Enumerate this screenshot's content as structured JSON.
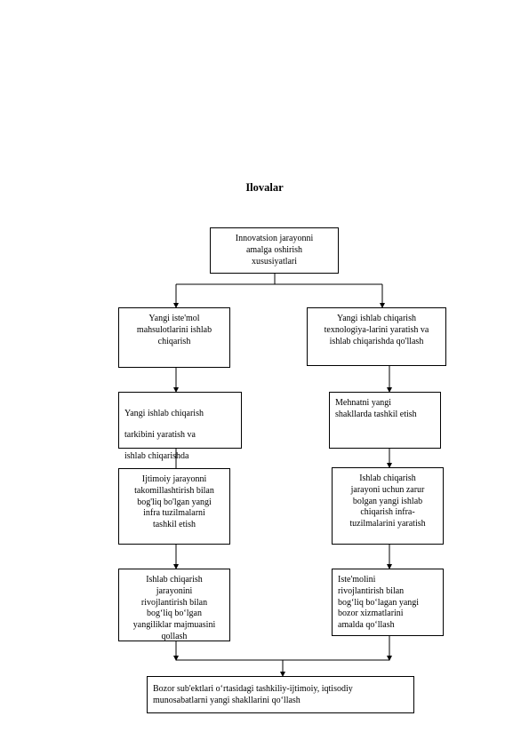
{
  "title": "Ilovalar",
  "boxes": {
    "root": [
      "Innovatsion jarayonni",
      "amalga oshirish",
      "xususiyatlari"
    ],
    "left1": [
      "Yangi iste'mol",
      "mahsulotlarini ishlab",
      "chiqarish"
    ],
    "right1": [
      "Yangi ishlab chiqarish",
      "texnologiya-larini yaratish va",
      "ishlab chiqarishda qo'llash"
    ],
    "left2": [
      "Yangi ishlab chiqarish",
      "tarkibini yaratish va",
      "ishlab chiqarishda"
    ],
    "right2": [
      "Mehnatni yangi",
      "shakllarda tashkil etish"
    ],
    "left3": [
      "Ijtimoiy jarayonni",
      "takomillashtirish bilan",
      "bog'liq bo'lgan yangi",
      "infra tuzilmalarni",
      "tashkil etish"
    ],
    "right3": [
      "Ishlab chiqarish",
      "jarayoni uchun zarur",
      "bolgan yangi ishlab",
      "chiqarish infra-",
      "tuzilmalarini yaratish"
    ],
    "left4": [
      "Ishlab chiqarish",
      "jarayonini",
      "rivojlantirish bilan",
      "bog‘liq bo‘lgan",
      "yangiliklar majmuasini",
      "qollash"
    ],
    "right4": [
      "Iste'molini",
      "rivojlantirish bilan",
      "bog‘liq bo‘lagan yangi",
      "bozor xizmatlarini",
      "amalda   qo‘llash"
    ],
    "bottom": [
      "Bozor sub'ektlari o‘rtasidagi tashkiliy-ijtimoiy, iqtisodiy",
      "munosabatlarni yangi shakllarini qo‘llash"
    ]
  }
}
